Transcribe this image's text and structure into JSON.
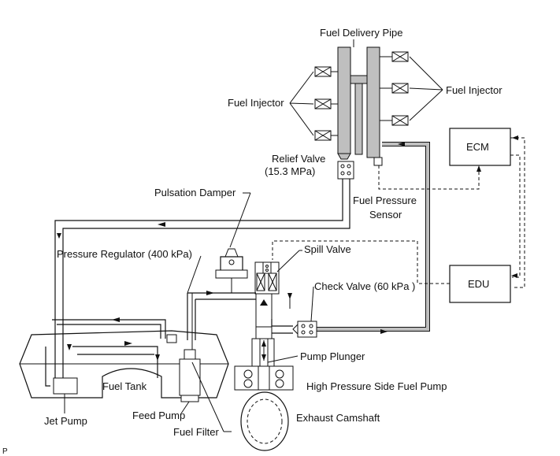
{
  "labels": {
    "fuel_delivery_pipe": "Fuel Delivery Pipe",
    "fuel_injector_left": "Fuel Injector",
    "fuel_injector_right": "Fuel Injector",
    "relief_valve_line1": "Relief Valve",
    "relief_valve_line2": "(15.3 MPa)",
    "fuel_pressure_sensor_line1": "Fuel Pressure",
    "fuel_pressure_sensor_line2": "Sensor",
    "ecm": "ECM",
    "edu": "EDU",
    "pulsation_damper": "Pulsation Damper",
    "pressure_regulator": "Pressure Regulator (400 kPa)",
    "spill_valve": "Spill Valve",
    "check_valve": "Check Valve (60 kPa )",
    "pump_plunger": "Pump Plunger",
    "high_pressure_pump": "High Pressure Side Fuel Pump",
    "fuel_tank": "Fuel Tank",
    "jet_pump": "Jet  Pump",
    "feed_pump": "Feed Pump",
    "fuel_filter": "Fuel Filter",
    "exhaust_camshaft": "Exhaust Camshaft",
    "corner_mark": "P"
  }
}
